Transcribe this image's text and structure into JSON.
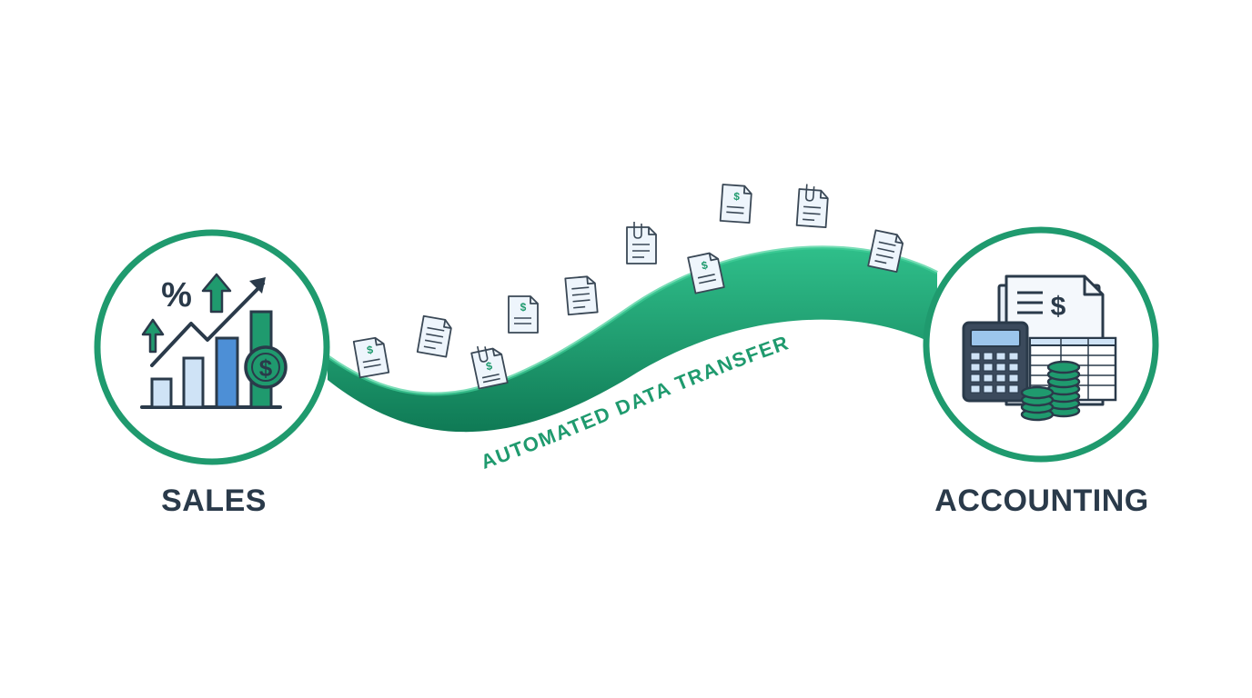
{
  "nodes": {
    "sales": {
      "label": "SALES",
      "icon": "sales-growth-chart-icon"
    },
    "accounting": {
      "label": "ACCOUNTING",
      "icon": "accounting-calculator-icon"
    }
  },
  "connector": {
    "label": "AUTOMATED DATA TRANSFER",
    "icon": "document-icon"
  },
  "icons": {
    "percent": "%",
    "dollar": "$"
  },
  "colors": {
    "accent": "#1f9a6e",
    "accent_dark": "#0f7a55",
    "accent_light": "#2fbf8a",
    "text": "#2a3a4a",
    "icon_stroke": "#2a3a4a",
    "bar_blue": "#cfe3f6",
    "doc_fill": "#eef5fc"
  }
}
